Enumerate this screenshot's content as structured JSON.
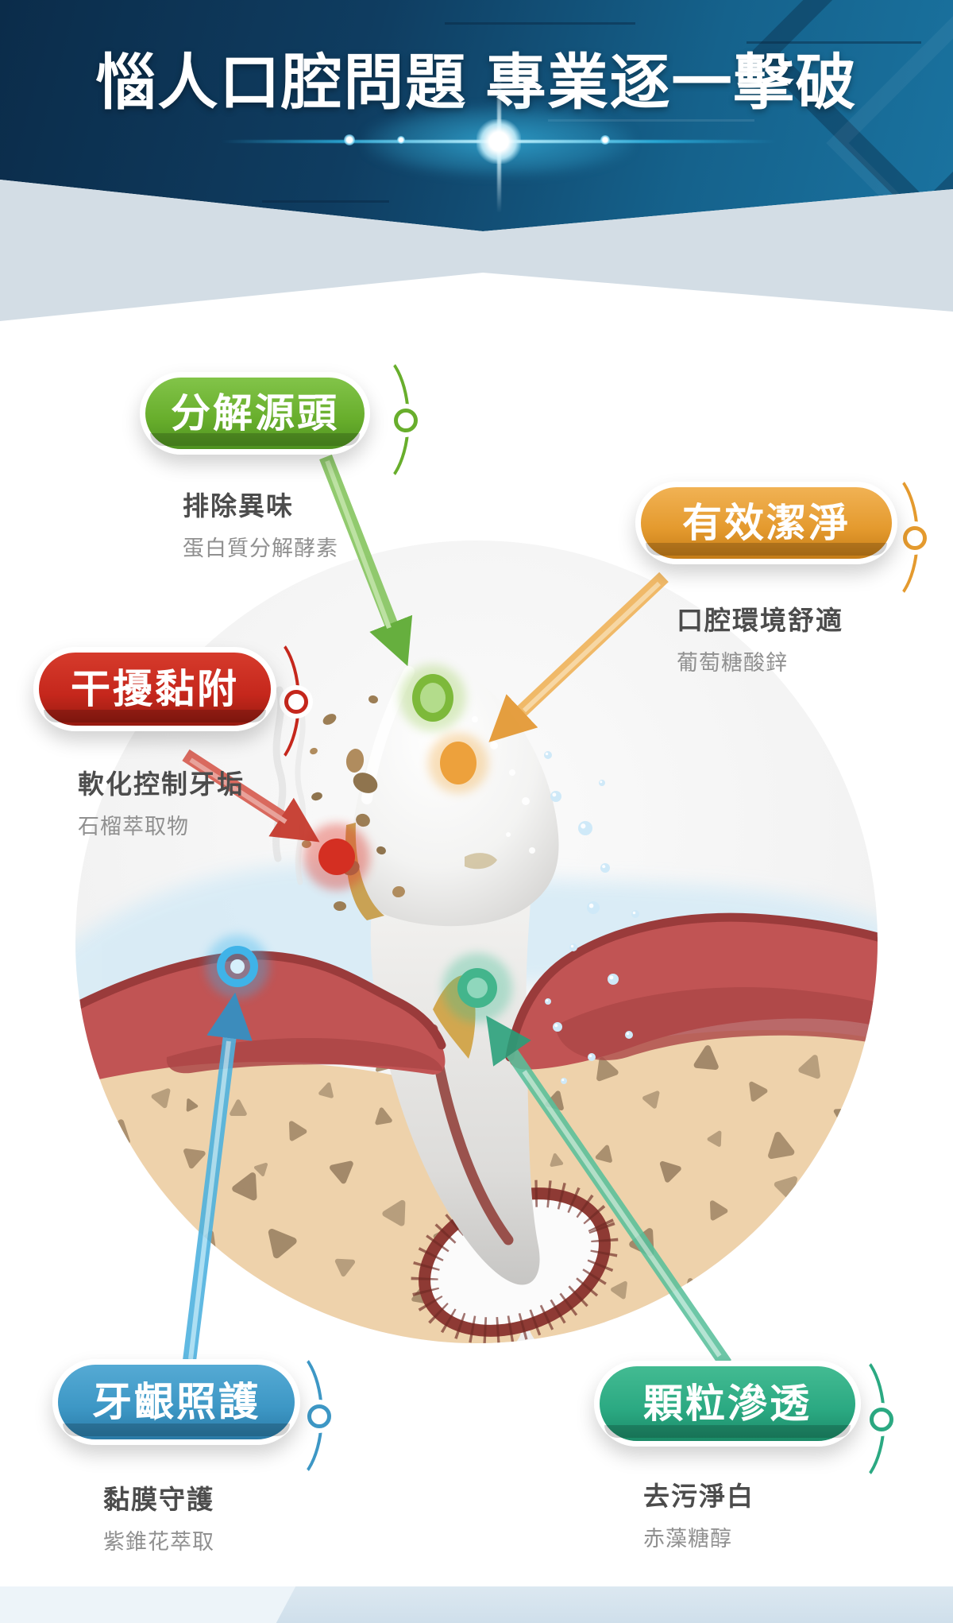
{
  "header": {
    "title": "惱人口腔問題 專業逐一擊破"
  },
  "callouts": [
    {
      "id": "decompose-source",
      "label": "分解源頭",
      "subtitle": "排除異味",
      "ingredient": "蛋白質分解酵素",
      "color": "#68ae2c"
    },
    {
      "id": "effective-clean",
      "label": "有效潔淨",
      "subtitle": "口腔環境舒適",
      "ingredient": "葡萄糖酸鋅",
      "color": "#e49a2e"
    },
    {
      "id": "block-adhesion",
      "label": "干擾黏附",
      "subtitle": "軟化控制牙垢",
      "ingredient": "石榴萃取物",
      "color": "#c5271c"
    },
    {
      "id": "gum-care",
      "label": "牙齦照護",
      "subtitle": "黏膜守護",
      "ingredient": "紫錐花萃取",
      "color": "#3d97c5"
    },
    {
      "id": "particle-penetrate",
      "label": "顆粒滲透",
      "subtitle": "去污淨白",
      "ingredient": "赤藻糖醇",
      "color": "#2ba982"
    }
  ]
}
